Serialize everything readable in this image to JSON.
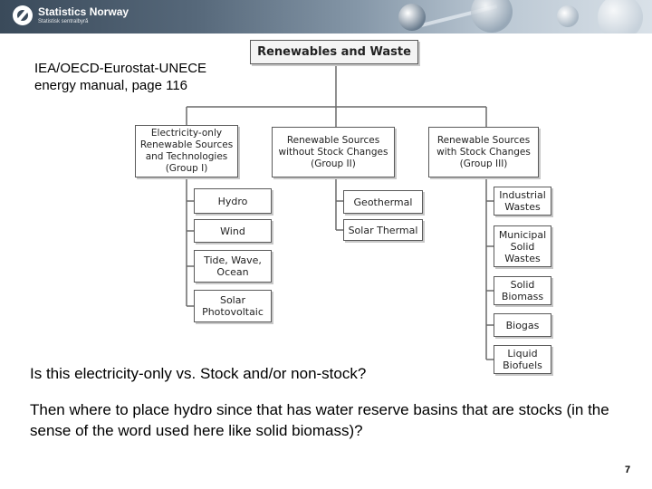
{
  "header": {
    "org_name": "Statistics Norway",
    "org_tagline": "Statistisk sentralbyrå"
  },
  "citation": "IEA/OECD-Eurostat-UNECE energy manual, page 116",
  "diagram": {
    "root": "Renewables and Waste",
    "groups": [
      {
        "label": "Electricity-only Renewable Sources and Technologies (Group I)",
        "items": [
          "Hydro",
          "Wind",
          "Tide, Wave, Ocean",
          "Solar Photovoltaic"
        ]
      },
      {
        "label": "Renewable Sources without Stock Changes (Group II)",
        "items": [
          "Geothermal",
          "Solar Thermal"
        ]
      },
      {
        "label": "Renewable Sources with Stock Changes (Group III)",
        "items": [
          "Industrial Wastes",
          "Municipal Solid Wastes",
          "Solid Biomass",
          "Biogas",
          "Liquid Biofuels"
        ]
      }
    ]
  },
  "question": "Is this electricity-only vs. Stock and/or non-stock?",
  "followup": "Then where to place hydro since that has water reserve basins that are stocks (in the sense of the word used here like solid biomass)?",
  "page_number": "7"
}
